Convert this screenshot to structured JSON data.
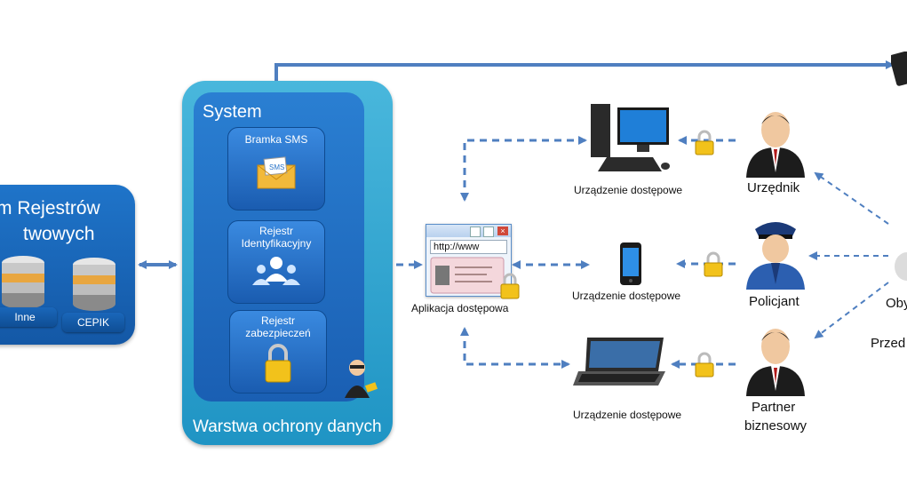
{
  "left_register": {
    "title_line1": "m Rejestrów",
    "title_line2": "twowych",
    "tab_other": "Inne",
    "tab_cepik": "CEPIK"
  },
  "system": {
    "title": "System",
    "footer": "Warstwa ochrony danych",
    "sms_gateway": "Bramka SMS",
    "sms_badge": "SMS",
    "id_register_line1": "Rejestr",
    "id_register_line2": "Identyfikacyjny",
    "security_register_line1": "Rejestr",
    "security_register_line2": "zabezpieczeń"
  },
  "browser_app": {
    "url": "http://www",
    "label": "Aplikacja dostępowa"
  },
  "devices": {
    "desktop_label": "Urządzenie dostępowe",
    "phone_label": "Urządzenie dostępowe",
    "laptop_label": "Urządzenie dostępowe"
  },
  "actors": {
    "clerk": "Urzędnik",
    "police": "Policjant",
    "partner_line1": "Partner",
    "partner_line2": "biznesowy",
    "citizen_partial": "Obyv",
    "entrepreneur_partial": "Przed"
  },
  "colors": {
    "arrow": "#4f7fc0",
    "system_outer": "#2ba3d2",
    "system_inner": "#1f6cc3"
  }
}
